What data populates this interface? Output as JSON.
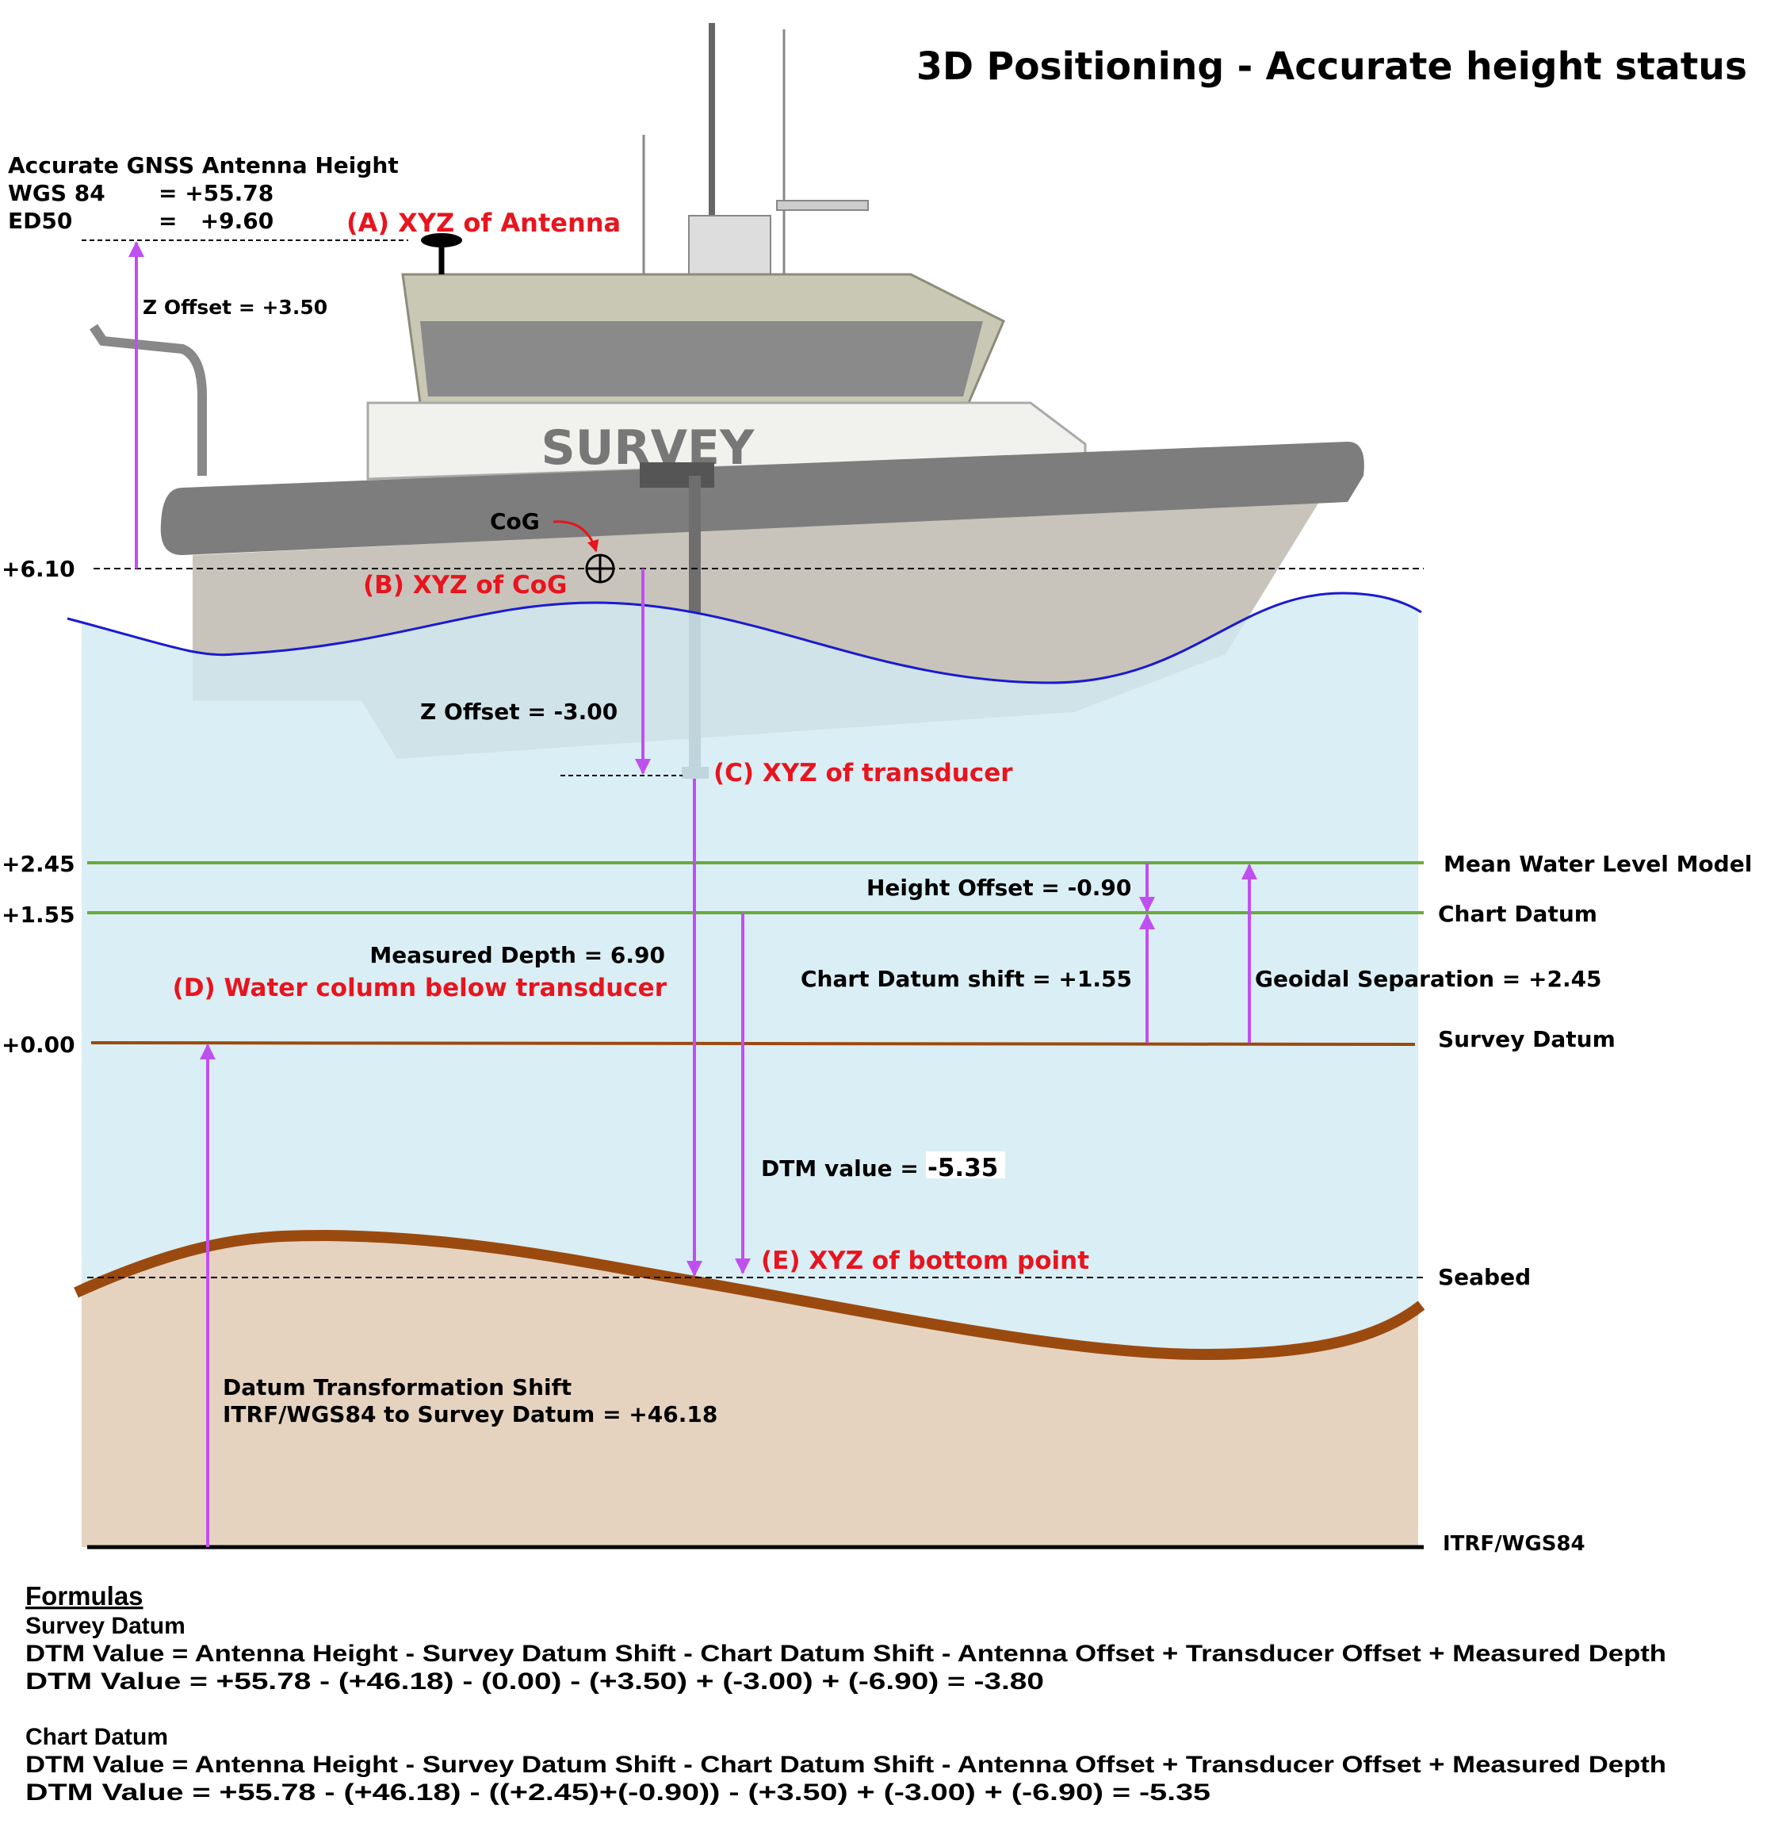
{
  "title": "3D Positioning - Accurate height status",
  "antenna_info": {
    "heading": "Accurate GNSS Antenna Height",
    "wgs84_label": "WGS 84",
    "wgs84_value": "= +55.78",
    "ed50_label": "ED50",
    "ed50_value": "=   +9.60"
  },
  "points": {
    "a": "(A) XYZ of Antenna",
    "b": "(B) XYZ of CoG",
    "c": "(C) XYZ of transducer",
    "d": "(D) Water column below transducer",
    "e": "(E) XYZ of bottom point"
  },
  "boat": {
    "name": "SURVEY",
    "cog": "CoG"
  },
  "offsets": {
    "antenna_z": "Z Offset = +3.50",
    "transducer_z": "Z Offset = -3.00",
    "height_offset": "Height Offset = -0.90",
    "chart_datum_shift": "Chart Datum shift = +1.55",
    "geoidal_separation": "Geoidal Separation = +2.45",
    "measured_depth": "Measured Depth = 6.90",
    "dtm_label": "DTM value = ",
    "dtm_value": "-5.35",
    "datum_shift_line1": "Datum Transformation Shift",
    "datum_shift_line2": "ITRF/WGS84 to Survey Datum = +46.18"
  },
  "levels": {
    "cog": "+6.10",
    "mwl": "+2.45",
    "chart": "+1.55",
    "survey": "+0.00"
  },
  "surfaces": {
    "mwl": "Mean Water Level Model",
    "chart": "Chart Datum",
    "survey": "Survey Datum",
    "seabed": "Seabed",
    "itrf": "ITRF/WGS84"
  },
  "formulas": {
    "heading": "Formulas",
    "survey_heading": "Survey Datum",
    "survey_formula": "DTM Value = Antenna Height - Survey Datum Shift - Chart Datum Shift - Antenna Offset + Transducer Offset + Measured Depth",
    "survey_calc": "DTM Value = +55.78 - (+46.18) - (0.00) - (+3.50) + (-3.00) + (-6.90) = -3.80",
    "chart_heading": "Chart Datum",
    "chart_formula": "DTM Value = Antenna Height - Survey Datum Shift - Chart Datum Shift - Antenna Offset + Transducer Offset + Measured Depth",
    "chart_calc": "DTM Value = +55.78 - (+46.18) - ((+2.45)+(-0.90)) - (+3.50) + (-3.00) + (-6.90) = -5.35"
  },
  "colors": {
    "water": "#dbeef5",
    "seabed_fill": "#e5d3c0",
    "seabed_line": "#9b4a0f",
    "arrow": "#c04ff0",
    "datum_green": "#6aaa3a",
    "label_red": "#e8141e"
  }
}
